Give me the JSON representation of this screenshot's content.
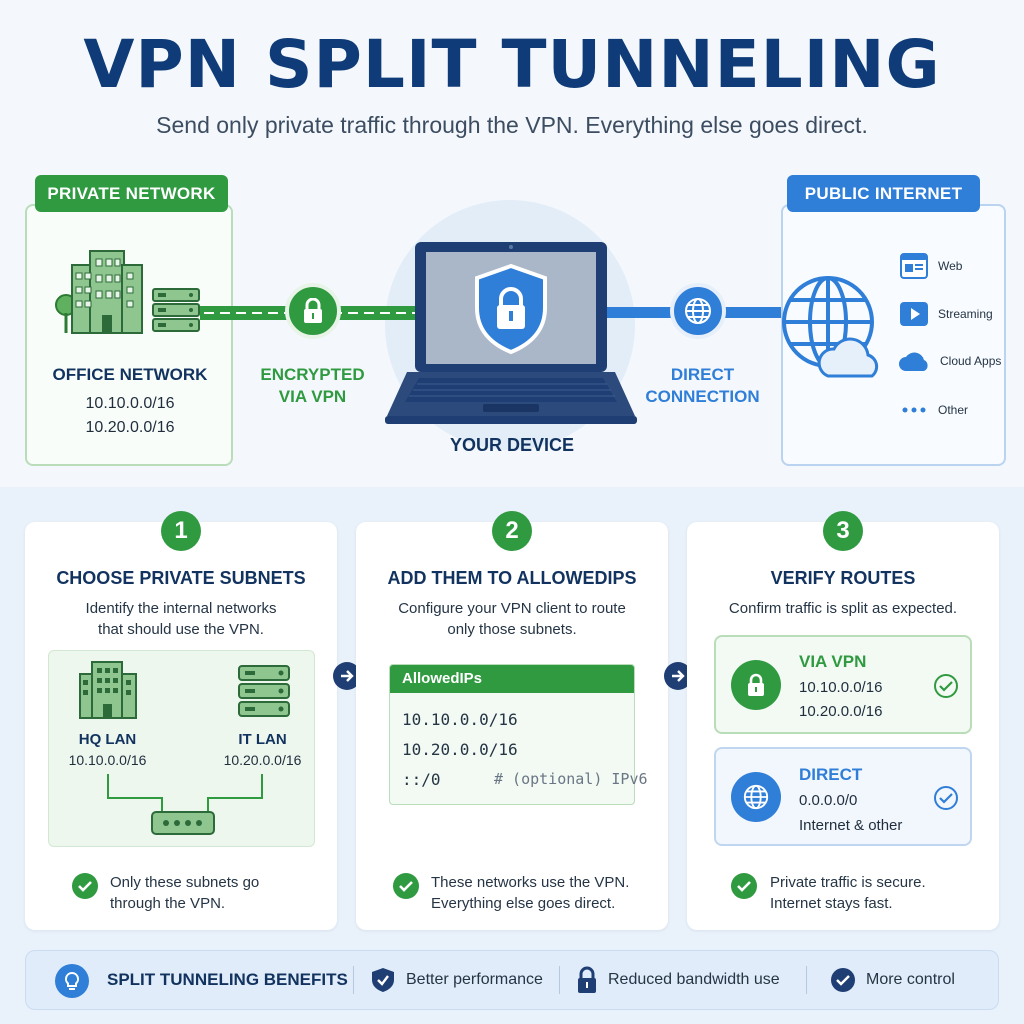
{
  "title": "VPN SPLIT TUNNELING",
  "subtitle": "Send only private traffic through the VPN. Everything else goes direct.",
  "private_network": {
    "pill": "PRIVATE NETWORK",
    "label": "OFFICE NETWORK",
    "subnets": [
      "10.10.0.0/16",
      "10.20.0.0/16"
    ]
  },
  "vpn_link": {
    "line1": "ENCRYPTED",
    "line2": "VIA VPN"
  },
  "device": {
    "label": "YOUR DEVICE"
  },
  "direct_link": {
    "line1": "DIRECT",
    "line2": "CONNECTION"
  },
  "public_internet": {
    "pill": "PUBLIC INTERNET",
    "items": [
      "Web",
      "Streaming",
      "Cloud Apps",
      "Other"
    ]
  },
  "steps": [
    {
      "num": "1",
      "title": "CHOOSE PRIVATE SUBNETS",
      "desc1": "Identify the internal networks",
      "desc2": "that should use the VPN.",
      "hq_label": "HQ LAN",
      "hq_subnet": "10.10.0.0/16",
      "it_label": "IT LAN",
      "it_subnet": "10.20.0.0/16",
      "note1": "Only these subnets go",
      "note2": "through the VPN."
    },
    {
      "num": "2",
      "title": "ADD THEM TO ALLOWEDIPS",
      "desc1": "Configure your VPN client to route",
      "desc2": "only those subnets.",
      "config_header": "AllowedIPs",
      "config_lines": [
        "10.10.0.0/16",
        "10.20.0.0/16",
        "::/0"
      ],
      "config_comment": "# (optional) IPv6",
      "note1": "These networks use the VPN.",
      "note2": "Everything else goes direct."
    },
    {
      "num": "3",
      "title": "VERIFY ROUTES",
      "desc1": "Confirm traffic is split as expected.",
      "via_vpn_label": "VIA VPN",
      "via_vpn_routes": [
        "10.10.0.0/16",
        "10.20.0.0/16"
      ],
      "direct_label": "DIRECT",
      "direct_route": "0.0.0.0/0",
      "direct_note": "Internet & other",
      "note1": "Private traffic is secure.",
      "note2": "Internet stays fast."
    }
  ],
  "benefits": {
    "title": "SPLIT TUNNELING BENEFITS",
    "items": [
      "Better performance",
      "Reduced bandwidth use",
      "More control"
    ]
  },
  "colors": {
    "navy": "#0f3b78",
    "green": "#2f9a40",
    "blue": "#2f7ed8"
  }
}
